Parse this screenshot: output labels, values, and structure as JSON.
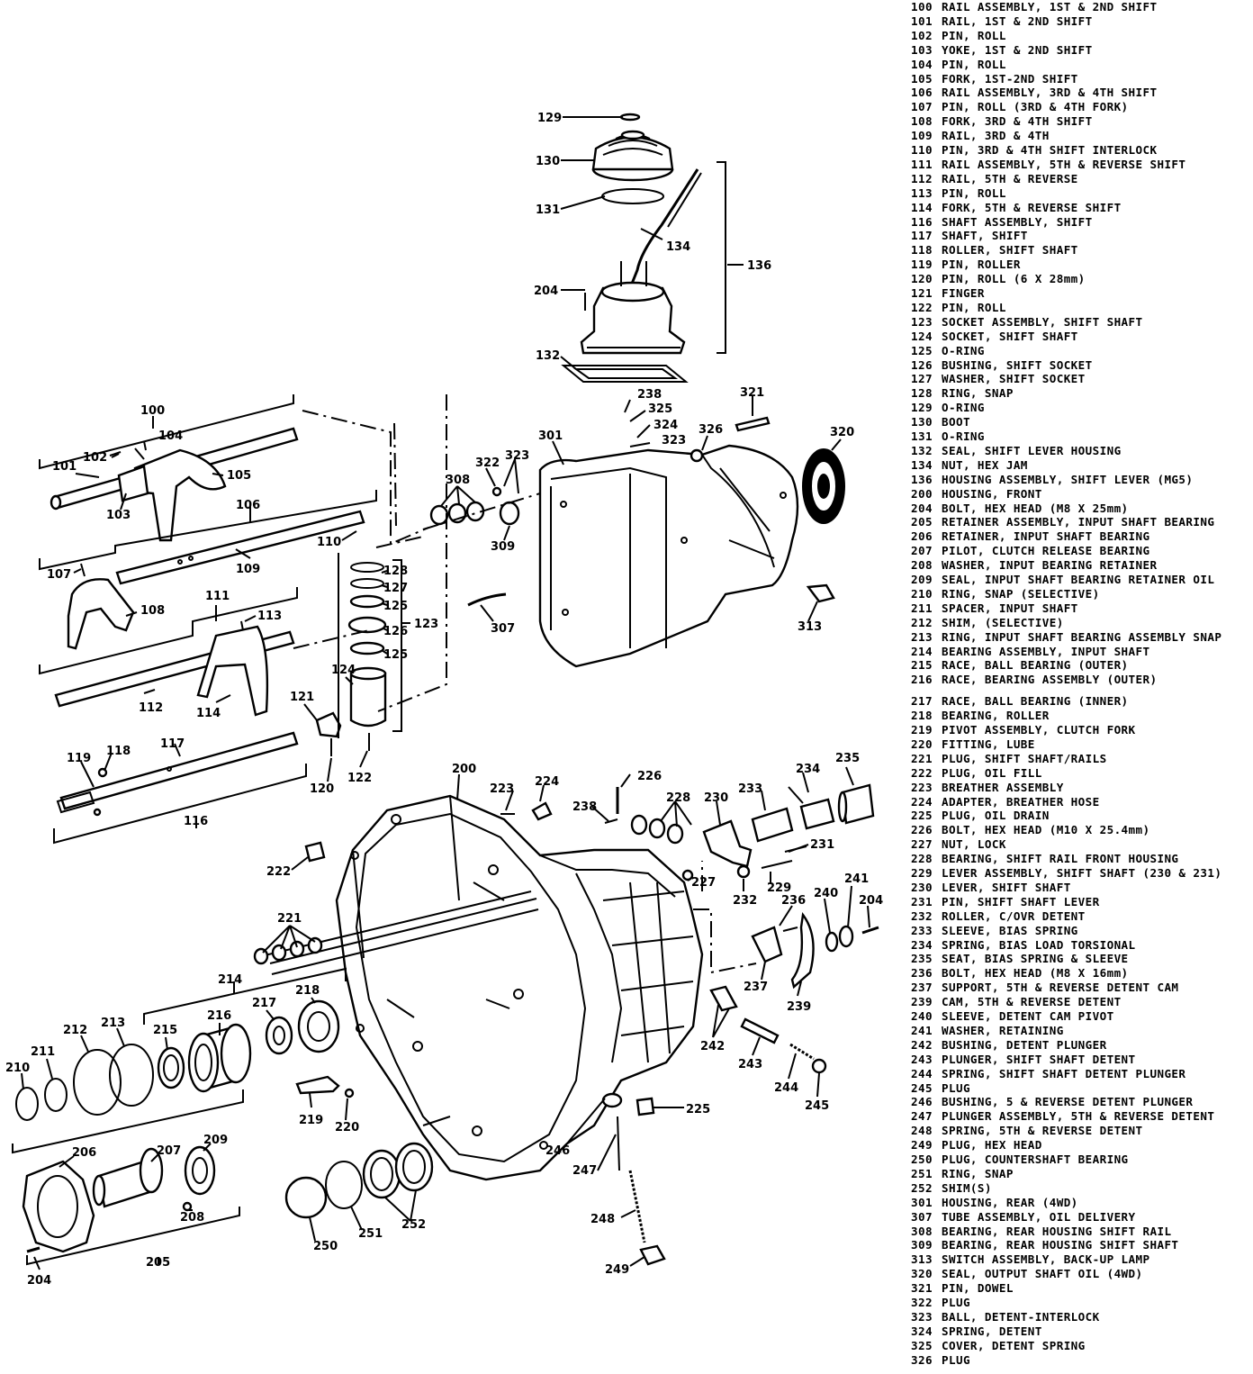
{
  "colors": {
    "ink": "#000000",
    "paper": "#ffffff"
  },
  "callouts": [
    {
      "id": "c129",
      "text": "129"
    },
    {
      "id": "c130",
      "text": "130"
    },
    {
      "id": "c131",
      "text": "131"
    },
    {
      "id": "c134",
      "text": "134"
    },
    {
      "id": "c136",
      "text": "136"
    },
    {
      "id": "c204a",
      "text": "204"
    },
    {
      "id": "c132",
      "text": "132"
    },
    {
      "id": "c238a",
      "text": "238"
    },
    {
      "id": "c325",
      "text": "325"
    },
    {
      "id": "c324",
      "text": "324"
    },
    {
      "id": "c323a",
      "text": "323"
    },
    {
      "id": "c321",
      "text": "321"
    },
    {
      "id": "c326",
      "text": "326"
    },
    {
      "id": "c320",
      "text": "320"
    },
    {
      "id": "c301",
      "text": "301"
    },
    {
      "id": "c322",
      "text": "322"
    },
    {
      "id": "c323b",
      "text": "323"
    },
    {
      "id": "c308",
      "text": "308"
    },
    {
      "id": "c309",
      "text": "309"
    },
    {
      "id": "c307",
      "text": "307"
    },
    {
      "id": "c313",
      "text": "313"
    },
    {
      "id": "c100",
      "text": "100"
    },
    {
      "id": "c104",
      "text": "104"
    },
    {
      "id": "c102",
      "text": "102"
    },
    {
      "id": "c101",
      "text": "101"
    },
    {
      "id": "c105",
      "text": "105"
    },
    {
      "id": "c103",
      "text": "103"
    },
    {
      "id": "c106",
      "text": "106"
    },
    {
      "id": "c110",
      "text": "110"
    },
    {
      "id": "c109",
      "text": "109"
    },
    {
      "id": "c107",
      "text": "107"
    },
    {
      "id": "c108",
      "text": "108"
    },
    {
      "id": "c111",
      "text": "111"
    },
    {
      "id": "c113",
      "text": "113"
    },
    {
      "id": "c112",
      "text": "112"
    },
    {
      "id": "c114",
      "text": "114"
    },
    {
      "id": "c128",
      "text": "128"
    },
    {
      "id": "c127",
      "text": "127"
    },
    {
      "id": "c125a",
      "text": "125"
    },
    {
      "id": "c126",
      "text": "126"
    },
    {
      "id": "c125b",
      "text": "125"
    },
    {
      "id": "c123",
      "text": "123"
    },
    {
      "id": "c124",
      "text": "124"
    },
    {
      "id": "c121",
      "text": "121"
    },
    {
      "id": "c120",
      "text": "120"
    },
    {
      "id": "c122",
      "text": "122"
    },
    {
      "id": "c119",
      "text": "119"
    },
    {
      "id": "c118",
      "text": "118"
    },
    {
      "id": "c117",
      "text": "117"
    },
    {
      "id": "c116",
      "text": "116"
    },
    {
      "id": "c200",
      "text": "200"
    },
    {
      "id": "c223",
      "text": "223"
    },
    {
      "id": "c224",
      "text": "224"
    },
    {
      "id": "c226",
      "text": "226"
    },
    {
      "id": "c238b",
      "text": "238"
    },
    {
      "id": "c228",
      "text": "228"
    },
    {
      "id": "c230",
      "text": "230"
    },
    {
      "id": "c233",
      "text": "233"
    },
    {
      "id": "c234",
      "text": "234"
    },
    {
      "id": "c235",
      "text": "235"
    },
    {
      "id": "c231",
      "text": "231"
    },
    {
      "id": "c227",
      "text": "227"
    },
    {
      "id": "c232",
      "text": "232"
    },
    {
      "id": "c229",
      "text": "229"
    },
    {
      "id": "c222",
      "text": "222"
    },
    {
      "id": "c221",
      "text": "221"
    },
    {
      "id": "c236",
      "text": "236"
    },
    {
      "id": "c240",
      "text": "240"
    },
    {
      "id": "c241",
      "text": "241"
    },
    {
      "id": "c204b",
      "text": "204"
    },
    {
      "id": "c237",
      "text": "237"
    },
    {
      "id": "c239",
      "text": "239"
    },
    {
      "id": "c242",
      "text": "242"
    },
    {
      "id": "c243",
      "text": "243"
    },
    {
      "id": "c244",
      "text": "244"
    },
    {
      "id": "c245",
      "text": "245"
    },
    {
      "id": "c225",
      "text": "225"
    },
    {
      "id": "c246",
      "text": "246"
    },
    {
      "id": "c247",
      "text": "247"
    },
    {
      "id": "c248",
      "text": "248"
    },
    {
      "id": "c249",
      "text": "249"
    },
    {
      "id": "c214",
      "text": "214"
    },
    {
      "id": "c218",
      "text": "218"
    },
    {
      "id": "c216",
      "text": "216"
    },
    {
      "id": "c217",
      "text": "217"
    },
    {
      "id": "c215",
      "text": "215"
    },
    {
      "id": "c213",
      "text": "213"
    },
    {
      "id": "c212",
      "text": "212"
    },
    {
      "id": "c211",
      "text": "211"
    },
    {
      "id": "c210",
      "text": "210"
    },
    {
      "id": "c219",
      "text": "219"
    },
    {
      "id": "c220",
      "text": "220"
    },
    {
      "id": "c206",
      "text": "206"
    },
    {
      "id": "c207",
      "text": "207"
    },
    {
      "id": "c209",
      "text": "209"
    },
    {
      "id": "c208",
      "text": "208"
    },
    {
      "id": "c205",
      "text": "205"
    },
    {
      "id": "c204c",
      "text": "204"
    },
    {
      "id": "c250",
      "text": "250"
    },
    {
      "id": "c251",
      "text": "251"
    },
    {
      "id": "c252",
      "text": "252"
    }
  ],
  "legend": [
    {
      "num": "100",
      "desc": "RAIL ASSEMBLY, 1ST & 2ND SHIFT"
    },
    {
      "num": "101",
      "desc": "RAIL, 1ST & 2ND SHIFT"
    },
    {
      "num": "102",
      "desc": "PIN, ROLL"
    },
    {
      "num": "103",
      "desc": "YOKE, 1ST & 2ND SHIFT"
    },
    {
      "num": "104",
      "desc": "PIN, ROLL"
    },
    {
      "num": "105",
      "desc": "FORK, 1ST-2ND SHIFT"
    },
    {
      "num": "106",
      "desc": "RAIL ASSEMBLY, 3RD & 4TH SHIFT"
    },
    {
      "num": "107",
      "desc": "PIN, ROLL (3RD & 4TH FORK)"
    },
    {
      "num": "108",
      "desc": "FORK, 3RD & 4TH SHIFT"
    },
    {
      "num": "109",
      "desc": "RAIL, 3RD & 4TH"
    },
    {
      "num": "110",
      "desc": "PIN, 3RD & 4TH SHIFT INTERLOCK"
    },
    {
      "num": "111",
      "desc": "RAIL ASSEMBLY, 5TH & REVERSE SHIFT"
    },
    {
      "num": "112",
      "desc": "RAIL, 5TH & REVERSE"
    },
    {
      "num": "113",
      "desc": "PIN, ROLL"
    },
    {
      "num": "114",
      "desc": "FORK, 5TH & REVERSE SHIFT"
    },
    {
      "num": "116",
      "desc": "SHAFT ASSEMBLY, SHIFT"
    },
    {
      "num": "117",
      "desc": "SHAFT, SHIFT"
    },
    {
      "num": "118",
      "desc": "ROLLER, SHIFT SHAFT"
    },
    {
      "num": "119",
      "desc": "PIN, ROLLER"
    },
    {
      "num": "120",
      "desc": "PIN, ROLL (6 X 28mm)"
    },
    {
      "num": "121",
      "desc": "FINGER"
    },
    {
      "num": "122",
      "desc": "PIN, ROLL"
    },
    {
      "num": "123",
      "desc": "SOCKET ASSEMBLY, SHIFT SHAFT"
    },
    {
      "num": "124",
      "desc": "SOCKET, SHIFT SHAFT"
    },
    {
      "num": "125",
      "desc": "O-RING"
    },
    {
      "num": "126",
      "desc": "BUSHING, SHIFT SOCKET"
    },
    {
      "num": "127",
      "desc": "WASHER, SHIFT SOCKET"
    },
    {
      "num": "128",
      "desc": "RING, SNAP"
    },
    {
      "num": "129",
      "desc": "O-RING"
    },
    {
      "num": "130",
      "desc": "BOOT"
    },
    {
      "num": "131",
      "desc": "O-RING"
    },
    {
      "num": "132",
      "desc": "SEAL, SHIFT LEVER HOUSING"
    },
    {
      "num": "134",
      "desc": "NUT, HEX JAM"
    },
    {
      "num": "136",
      "desc": "HOUSING ASSEMBLY, SHIFT LEVER (MG5)"
    },
    {
      "num": "200",
      "desc": "HOUSING, FRONT"
    },
    {
      "num": "204",
      "desc": "BOLT, HEX HEAD (M8 X 25mm)"
    },
    {
      "num": "205",
      "desc": "RETAINER ASSEMBLY, INPUT SHAFT BEARING"
    },
    {
      "num": "206",
      "desc": "RETAINER, INPUT SHAFT BEARING"
    },
    {
      "num": "207",
      "desc": "PILOT, CLUTCH RELEASE BEARING"
    },
    {
      "num": "208",
      "desc": "WASHER, INPUT BEARING RETAINER"
    },
    {
      "num": "209",
      "desc": "SEAL, INPUT SHAFT BEARING RETAINER OIL"
    },
    {
      "num": "210",
      "desc": "RING, SNAP (SELECTIVE)"
    },
    {
      "num": "211",
      "desc": "SPACER, INPUT SHAFT"
    },
    {
      "num": "212",
      "desc": "SHIM, (SELECTIVE)"
    },
    {
      "num": "213",
      "desc": "RING, INPUT SHAFT BEARING ASSEMBLY SNAP"
    },
    {
      "num": "214",
      "desc": "BEARING ASSEMBLY, INPUT SHAFT"
    },
    {
      "num": "215",
      "desc": "RACE, BALL BEARING (OUTER)"
    },
    {
      "num": "216",
      "desc": "RACE, BEARING ASSEMBLY (OUTER)"
    },
    {
      "num": "217",
      "desc": "RACE, BALL BEARING (INNER)"
    },
    {
      "num": "218",
      "desc": "BEARING, ROLLER"
    },
    {
      "num": "219",
      "desc": "PIVOT ASSEMBLY, CLUTCH FORK"
    },
    {
      "num": "220",
      "desc": "FITTING, LUBE"
    },
    {
      "num": "221",
      "desc": "PLUG, SHIFT SHAFT/RAILS"
    },
    {
      "num": "222",
      "desc": "PLUG, OIL FILL"
    },
    {
      "num": "223",
      "desc": "BREATHER ASSEMBLY"
    },
    {
      "num": "224",
      "desc": "ADAPTER, BREATHER HOSE"
    },
    {
      "num": "225",
      "desc": "PLUG, OIL DRAIN"
    },
    {
      "num": "226",
      "desc": "BOLT, HEX HEAD (M10 X 25.4mm)"
    },
    {
      "num": "227",
      "desc": "NUT, LOCK"
    },
    {
      "num": "228",
      "desc": "BEARING, SHIFT RAIL FRONT HOUSING"
    },
    {
      "num": "229",
      "desc": "LEVER ASSEMBLY, SHIFT SHAFT (230 & 231)"
    },
    {
      "num": "230",
      "desc": "LEVER, SHIFT SHAFT"
    },
    {
      "num": "231",
      "desc": "PIN, SHIFT SHAFT LEVER"
    },
    {
      "num": "232",
      "desc": "ROLLER, C/OVR DETENT"
    },
    {
      "num": "233",
      "desc": "SLEEVE, BIAS SPRING"
    },
    {
      "num": "234",
      "desc": "SPRING, BIAS LOAD TORSIONAL"
    },
    {
      "num": "235",
      "desc": "SEAT, BIAS SPRING & SLEEVE"
    },
    {
      "num": "236",
      "desc": "BOLT, HEX HEAD (M8 X 16mm)"
    },
    {
      "num": "237",
      "desc": "SUPPORT, 5TH & REVERSE DETENT CAM"
    },
    {
      "num": "239",
      "desc": "CAM, 5TH & REVERSE DETENT"
    },
    {
      "num": "240",
      "desc": "SLEEVE, DETENT CAM PIVOT"
    },
    {
      "num": "241",
      "desc": "WASHER, RETAINING"
    },
    {
      "num": "242",
      "desc": "BUSHING, DETENT PLUNGER"
    },
    {
      "num": "243",
      "desc": "PLUNGER, SHIFT SHAFT DETENT"
    },
    {
      "num": "244",
      "desc": "SPRING, SHIFT SHAFT DETENT PLUNGER"
    },
    {
      "num": "245",
      "desc": "PLUG"
    },
    {
      "num": "246",
      "desc": "BUSHING, 5 & REVERSE DETENT PLUNGER"
    },
    {
      "num": "247",
      "desc": "PLUNGER ASSEMBLY, 5TH & REVERSE DETENT"
    },
    {
      "num": "248",
      "desc": "SPRING, 5TH & REVERSE DETENT"
    },
    {
      "num": "249",
      "desc": "PLUG, HEX HEAD"
    },
    {
      "num": "250",
      "desc": "PLUG, COUNTERSHAFT BEARING"
    },
    {
      "num": "251",
      "desc": "RING, SNAP"
    },
    {
      "num": "252",
      "desc": "SHIM(S)"
    },
    {
      "num": "301",
      "desc": "HOUSING, REAR (4WD)"
    },
    {
      "num": "307",
      "desc": "TUBE ASSEMBLY, OIL DELIVERY"
    },
    {
      "num": "308",
      "desc": "BEARING, REAR HOUSING SHIFT RAIL"
    },
    {
      "num": "309",
      "desc": "BEARING, REAR HOUSING SHIFT SHAFT"
    },
    {
      "num": "313",
      "desc": "SWITCH ASSEMBLY, BACK-UP LAMP"
    },
    {
      "num": "320",
      "desc": "SEAL, OUTPUT SHAFT OIL (4WD)"
    },
    {
      "num": "321",
      "desc": "PIN, DOWEL"
    },
    {
      "num": "322",
      "desc": "PLUG"
    },
    {
      "num": "323",
      "desc": "BALL, DETENT-INTERLOCK"
    },
    {
      "num": "324",
      "desc": "SPRING, DETENT"
    },
    {
      "num": "325",
      "desc": "COVER, DETENT SPRING"
    },
    {
      "num": "326",
      "desc": "PLUG"
    }
  ]
}
